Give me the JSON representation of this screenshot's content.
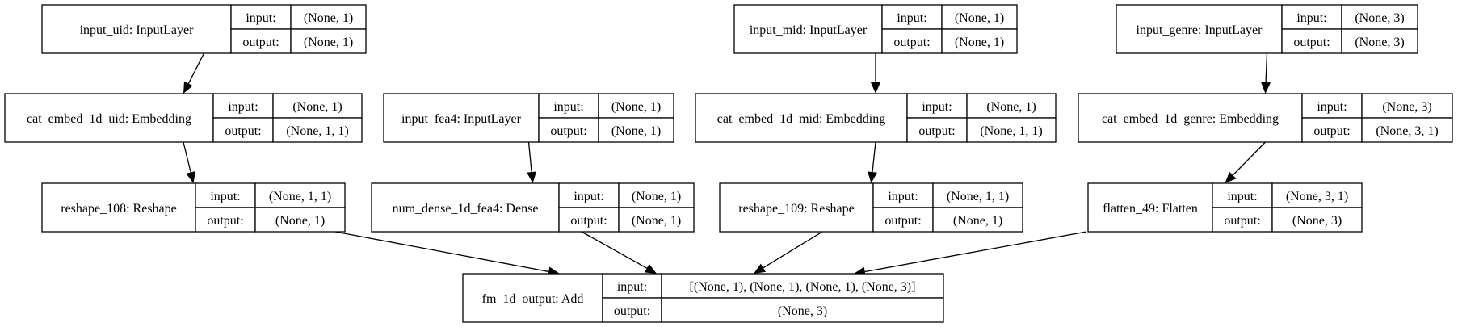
{
  "nodes": {
    "input_uid": {
      "name": "input_uid: InputLayer",
      "input": "(None, 1)",
      "output": "(None, 1)"
    },
    "input_mid": {
      "name": "input_mid: InputLayer",
      "input": "(None, 1)",
      "output": "(None, 1)"
    },
    "input_genre": {
      "name": "input_genre: InputLayer",
      "input": "(None, 3)",
      "output": "(None, 3)"
    },
    "cat_embed_1d_uid": {
      "name": "cat_embed_1d_uid: Embedding",
      "input": "(None, 1)",
      "output": "(None, 1, 1)"
    },
    "input_fea4": {
      "name": "input_fea4: InputLayer",
      "input": "(None, 1)",
      "output": "(None, 1)"
    },
    "cat_embed_1d_mid": {
      "name": "cat_embed_1d_mid: Embedding",
      "input": "(None, 1)",
      "output": "(None, 1, 1)"
    },
    "cat_embed_1d_genre": {
      "name": "cat_embed_1d_genre: Embedding",
      "input": "(None, 3)",
      "output": "(None, 3, 1)"
    },
    "reshape_108": {
      "name": "reshape_108: Reshape",
      "input": "(None, 1, 1)",
      "output": "(None, 1)"
    },
    "num_dense_1d_fea4": {
      "name": "num_dense_1d_fea4: Dense",
      "input": "(None, 1)",
      "output": "(None, 1)"
    },
    "reshape_109": {
      "name": "reshape_109: Reshape",
      "input": "(None, 1, 1)",
      "output": "(None, 1)"
    },
    "flatten_49": {
      "name": "flatten_49: Flatten",
      "input": "(None, 3, 1)",
      "output": "(None, 3)"
    },
    "fm_1d_output": {
      "name": "fm_1d_output: Add",
      "input": "[(None, 1), (None, 1), (None, 1), (None, 3)]",
      "output": "(None, 3)"
    }
  },
  "labels": {
    "input": "input:",
    "output": "output:"
  }
}
